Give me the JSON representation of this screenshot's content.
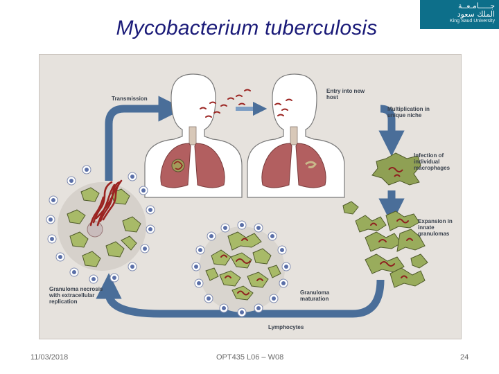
{
  "slide": {
    "title": "Mycobacterium tuberculosis",
    "logo_arabic_line1": "جـــــامـعــة",
    "logo_arabic_line2": "الملك سعود",
    "logo_english": "King Saud University"
  },
  "figure": {
    "labels": {
      "transmission": "Transmission",
      "entry_into_new_host": "Entry into new host",
      "multiplication_in_unique_niche": "Multiplication in unique niche",
      "infection_of_individual_macrophages": "Infection of individual macrophages",
      "expansion_in_innate_granulomas": "Expansion in innate granulomas",
      "granuloma_maturation": "Granuloma maturation",
      "lymphocytes": "Lymphocytes",
      "granuloma_necrosis_with_extracellular_replication": "Granuloma necrosis with extracellular replication"
    },
    "colors": {
      "arrow": "#4a6e99",
      "macrophage": "#a8ba68",
      "lymphocyte_nucleus": "#5a6fa8",
      "bacteria": "#9b2421",
      "lung": "#b25f60",
      "background": "#e6e2dd"
    }
  },
  "footer": {
    "date": "11/03/2018",
    "course": "OPT435 L06 – W08",
    "page_number": "24"
  }
}
